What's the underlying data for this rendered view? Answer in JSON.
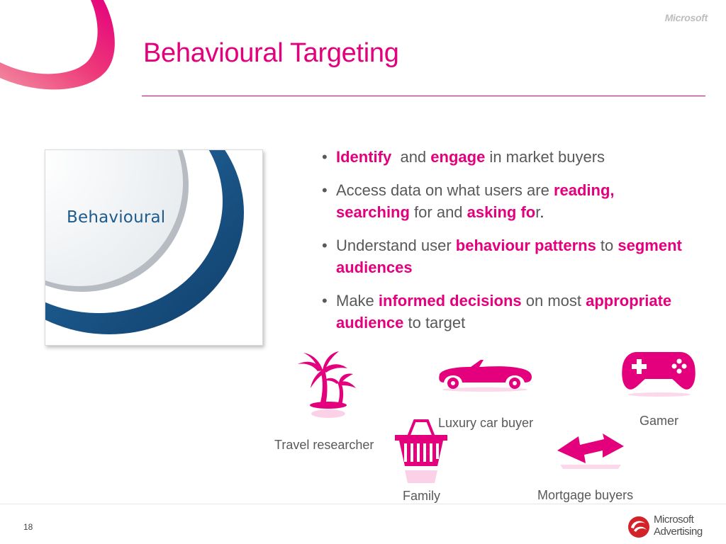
{
  "header": {
    "title": "Behavioural Targeting",
    "brand_top": "Microsoft"
  },
  "image_card": {
    "label": "Behavioural"
  },
  "bullets": [
    {
      "parts": [
        {
          "text": "Identify",
          "style": "hl"
        },
        {
          "text": "  and ",
          "style": "plain"
        },
        {
          "text": "engage",
          "style": "hl"
        },
        {
          "text": " in market buyers",
          "style": "plain"
        }
      ]
    },
    {
      "parts": [
        {
          "text": "Access data on what users are ",
          "style": "plain"
        },
        {
          "text": "reading, searching",
          "style": "hl"
        },
        {
          "text": " for and ",
          "style": "plain"
        },
        {
          "text": "asking fo",
          "style": "hl"
        },
        {
          "text": "r",
          "style": "plain"
        },
        {
          "text": ".",
          "style": "dark"
        }
      ]
    },
    {
      "parts": [
        {
          "text": "Understand user ",
          "style": "plain"
        },
        {
          "text": "behaviour patterns",
          "style": "hl"
        },
        {
          "text": " to ",
          "style": "plain"
        },
        {
          "text": "segment audiences",
          "style": "hl"
        }
      ]
    },
    {
      "parts": [
        {
          "text": "Make ",
          "style": "plain"
        },
        {
          "text": "informed decisions",
          "style": "hl"
        },
        {
          "text": " on most ",
          "style": "plain"
        },
        {
          "text": "appropriate audience",
          "style": "hl"
        },
        {
          "text": " to target",
          "style": "plain"
        }
      ]
    }
  ],
  "segments": {
    "travel": {
      "label": "Travel researcher",
      "icon": "palm-trees-icon"
    },
    "car": {
      "label": "Luxury car buyer",
      "icon": "convertible-car-icon"
    },
    "gamer": {
      "label": "Gamer",
      "icon": "gamepad-icon"
    },
    "family": {
      "label": "Family",
      "icon": "shopping-basket-icon"
    },
    "mortgage": {
      "label": "Mortgage buyers",
      "icon": "zigzag-arrow-icon"
    }
  },
  "footer": {
    "page_number": "18",
    "logo_text_line1": "Microsoft",
    "logo_text_line2": "Advertising"
  },
  "colors": {
    "accent": "#e4007c",
    "body_text": "#58595b",
    "blue": "#1e5b8c"
  }
}
